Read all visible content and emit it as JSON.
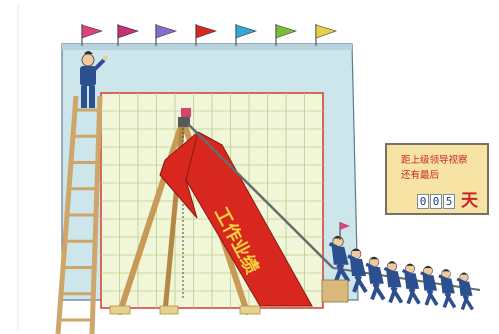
{
  "banner": {
    "text": "工作业绩"
  },
  "countdown_board": {
    "line1": "距上级领导视察",
    "line2": "还有最后",
    "digits": [
      "0",
      "0",
      "5"
    ],
    "unit": "天"
  },
  "colors": {
    "wall": "#cde6ec",
    "wall_shadow": "#b7d4de",
    "chart_bg": "#f1f6d8",
    "grid_line": "#b9cf8d",
    "chart_border": "#d23a36",
    "banner_red": "#d8271f",
    "banner_text": "#f4d43c",
    "ladder": "#cfa66a",
    "tripod": "#c79a55",
    "workers": "#2c4f8f",
    "board_bg": "#f7e3a4",
    "board_text": "#c8262a"
  },
  "flags": [
    "#d9457a",
    "#c4307a",
    "#8a6acc",
    "#d8271f",
    "#35a6d6",
    "#7dbb3a",
    "#e8d040"
  ]
}
